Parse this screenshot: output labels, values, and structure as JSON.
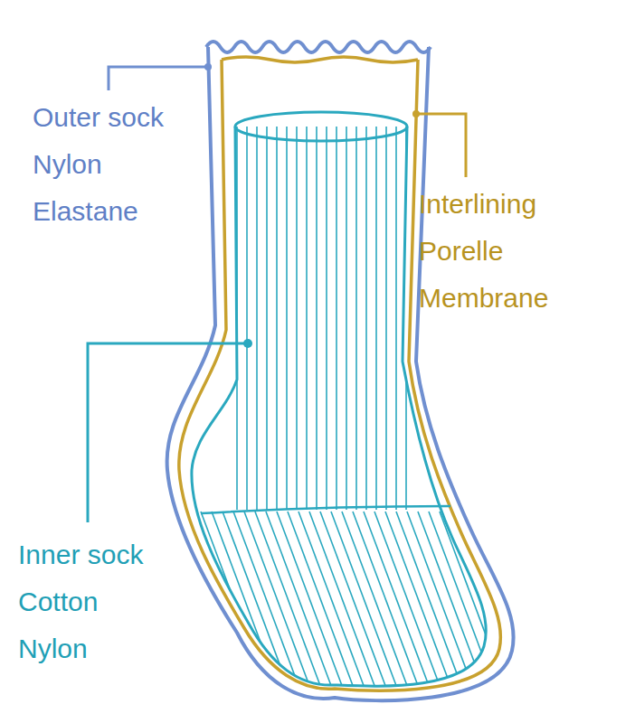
{
  "diagram": {
    "labels": [
      "Outer sock Nylon Elastane",
      "Interlining Porelle Membrane",
      "Inner sock Cotton Nylon"
    ]
  }
}
